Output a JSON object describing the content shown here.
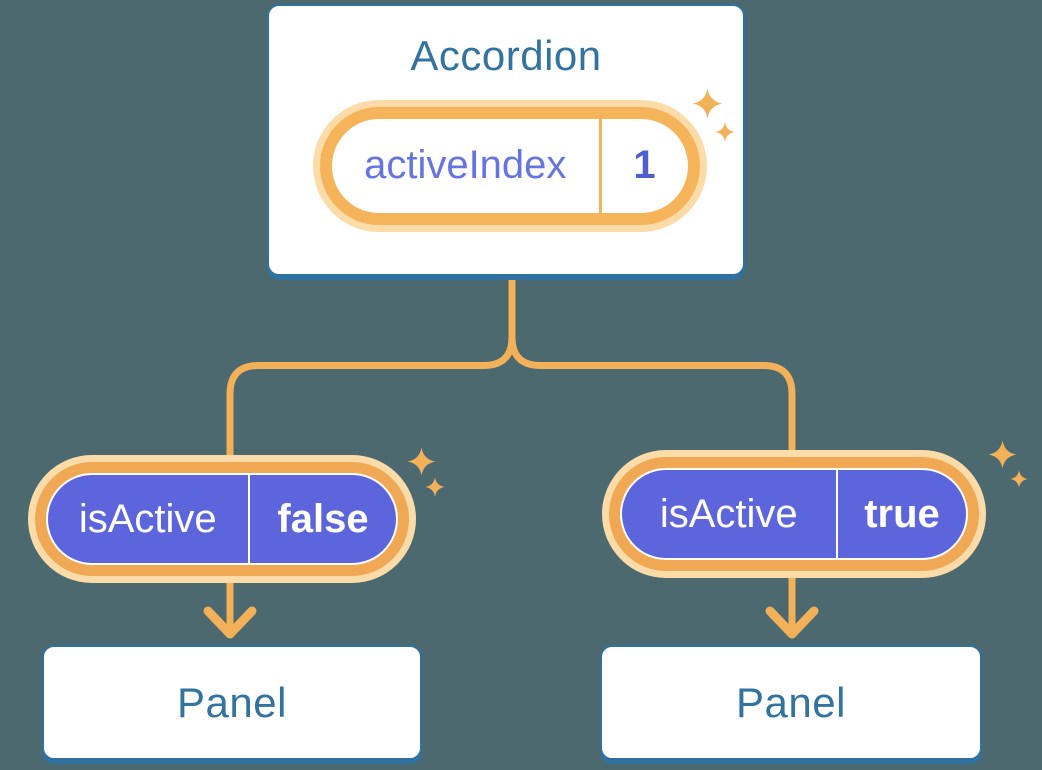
{
  "diagram": {
    "description": "React lifting-state-up diagram: Accordion holds activeIndex state and passes isActive props to two Panels",
    "colors": {
      "background": "#4C6970",
      "card_border_blue": "#2F71A1",
      "title_blue": "#33739F",
      "connector_orange": "#F2B158",
      "pill_ring_orange": "#F5B45A",
      "pill_halo_orange": "#FBDCA8",
      "prop_pill_purple": "#5D65DC",
      "state_label_purple": "#6574E1",
      "state_value_purple": "#4F5FD0"
    },
    "accordion_node": {
      "title": "Accordion",
      "state_pill": {
        "label": "activeIndex",
        "value": "1"
      }
    },
    "panel_nodes": [
      {
        "title": "Panel",
        "prop_pill": {
          "label": "isActive",
          "value": "false"
        }
      },
      {
        "title": "Panel",
        "prop_pill": {
          "label": "isActive",
          "value": "true"
        }
      }
    ],
    "icons": [
      "sparkle-icon"
    ]
  }
}
